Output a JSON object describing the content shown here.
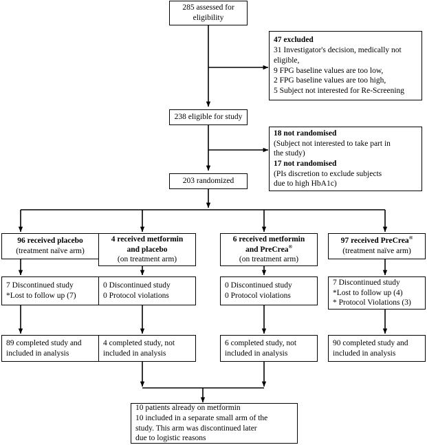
{
  "diagram": {
    "title": "CONSORT participant flow diagram",
    "stroke_color": "#000000",
    "background_color": "#ffffff"
  },
  "nodes": {
    "assessed": {
      "lines": [
        "285 assessed for",
        "eligibility"
      ]
    },
    "excluded": {
      "lines": [
        "47 excluded",
        "31 Investigator's decision, medically not",
        "eligible,",
        "9 FPG baseline values are too low,",
        "2 FPG baseline values are too high,",
        "5 Subject not interested for Re-Screening"
      ]
    },
    "eligible": {
      "lines": [
        "238 eligible for study"
      ]
    },
    "not_randomised": {
      "lines": [
        "18 not randomised",
        "(Subject not interested to take part in",
        "the study)",
        "17 not randomised",
        "(PIs discretion to exclude subjects",
        "due to high HbA1c)"
      ]
    },
    "randomized": {
      "lines": [
        "203 randomized"
      ]
    },
    "arm1": {
      "lines": [
        "96 received placebo",
        "(treatment naïve arm)"
      ]
    },
    "arm2": {
      "lines": [
        "4 received metformin",
        "and placebo",
        "(on treatment arm)"
      ]
    },
    "arm3": {
      "lines": [
        "6 received metformin",
        "and PreCrea®",
        "(on treatment arm)"
      ]
    },
    "arm4": {
      "lines": [
        "97 received PreCrea®",
        "(treatment naïve arm)"
      ]
    },
    "disc1": {
      "lines": [
        "7 Discontinued study",
        "*Lost to follow up (7)"
      ]
    },
    "disc2": {
      "lines": [
        "0 Discontinued study",
        "0 Protocol violations"
      ]
    },
    "disc3": {
      "lines": [
        "0 Discontinued study",
        "0 Protocol violations"
      ]
    },
    "disc4": {
      "lines": [
        "7 Discontinued study",
        "*Lost to follow up (4)",
        "* Protocol Violations (3)"
      ]
    },
    "comp1": {
      "lines": [
        "89 completed study and",
        "included in analysis"
      ]
    },
    "comp2": {
      "lines": [
        "4 completed study, not",
        "included in analysis"
      ]
    },
    "comp3": {
      "lines": [
        "6 completed study, not",
        "included in analysis"
      ]
    },
    "comp4": {
      "lines": [
        "90 completed study and",
        "included in analysis"
      ]
    },
    "metformin_note": {
      "lines": [
        "10 patients already on metformin",
        "10 included in a separate small arm of the",
        "study.  This arm was discontinued later",
        "due to logistic reasons"
      ]
    }
  }
}
